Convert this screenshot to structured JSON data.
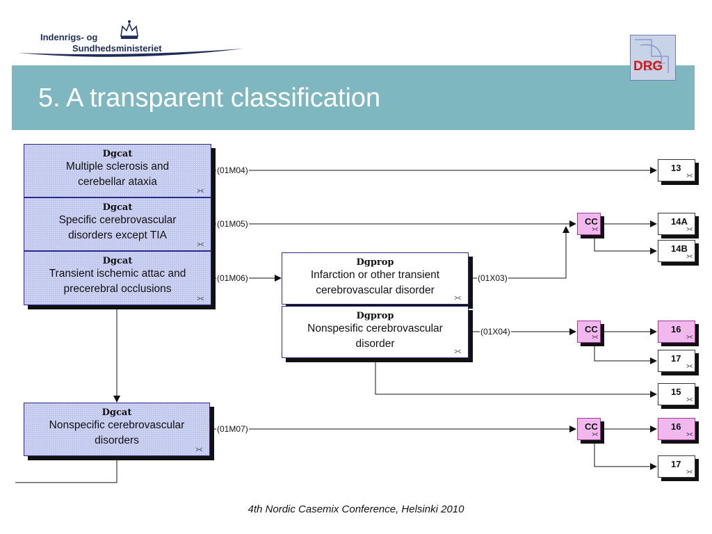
{
  "header": {
    "logo_line1": "Indenrigs- og",
    "logo_line2": "Sundhedsministeriet",
    "title": "5. A transparent classification",
    "drg_logo_text": "DRG"
  },
  "diagram": {
    "dgcat_boxes": [
      {
        "header": "Dgcat",
        "line1": "Multiple sclerosis and",
        "line2": "cerebellar ataxia"
      },
      {
        "header": "Dgcat",
        "line1": "Specific cerebrovascular",
        "line2": "disorders except TIA"
      },
      {
        "header": "Dgcat",
        "line1": "Transient ischemic attac and",
        "line2": "precerebral occlusions"
      },
      {
        "header": "Dgcat",
        "line1": "Nonspecific cerebrovascular",
        "line2": "disorders"
      }
    ],
    "dgprop_boxes": [
      {
        "header": "Dgprop",
        "line1": "Infarction or other transient",
        "line2": "cerebrovascular disorder"
      },
      {
        "header": "Dgprop",
        "line1": "Nonspesific cerebrovascular",
        "line2": "disorder"
      }
    ],
    "edge_labels": [
      "(01M04)",
      "(01M05)",
      "(01M06)",
      "(01M07)",
      "(01X03)",
      "(01X04)"
    ],
    "cc_label": "CC",
    "outcomes": [
      "13",
      "14A",
      "14B",
      "16",
      "17",
      "15",
      "16",
      "17"
    ]
  },
  "footer": {
    "text": "4th Nordic Casemix Conference, Helsinki 2010"
  }
}
